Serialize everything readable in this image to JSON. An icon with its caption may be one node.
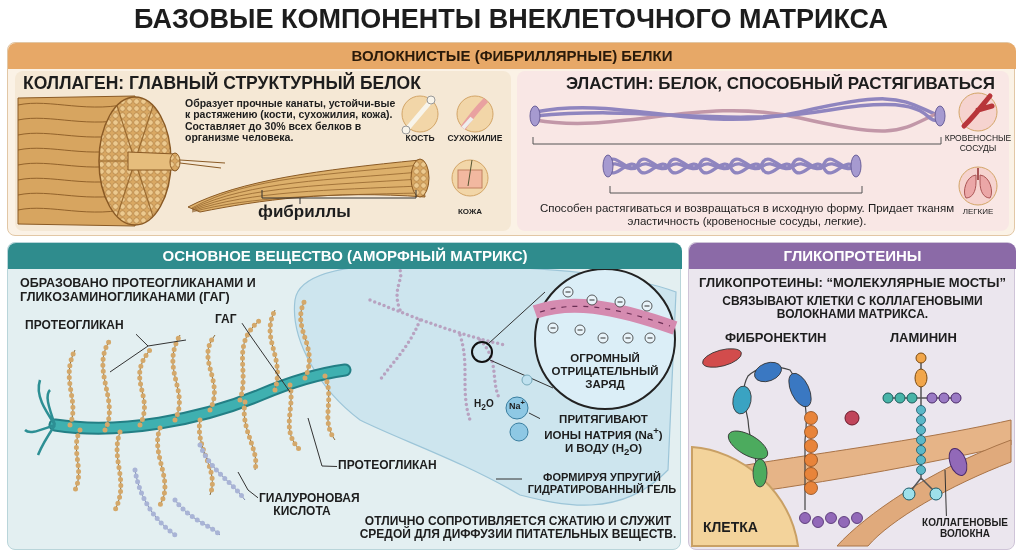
{
  "diagram": {
    "title": "БАЗОВЫЕ КОМПОНЕНТЫ ВНЕКЛЕТОЧНОГО МАТРИКСА",
    "nodes": [
      {
        "text": [
          "ВОЛОКНИСТЫЕ (ФИБРИЛЛЯРНЫЕ) БЕЛКИ"
        ]
      },
      {
        "text": [
          "КОЛЛАГЕН: ГЛАВНЫЙ СТРУКТУРНЫЙ БЕЛОК",
          "Образует прочные канаты, устойчи-вые к растяжению (кости, сухожилия, кожа). Составляет до 30% всех белков в организме человека."
        ],
        "in": 0
      },
      {
        "text": [
          "ЭЛАСТИН: БЕЛОК, СПОСОБНЫЙ РАСТЯГИВАТЬСЯ",
          "Способен растягиваться и возвращаться в исходную форму. Придает тканям эластичность (кровеносные сосуды, легкие)."
        ],
        "in": 0
      },
      {
        "text": [
          "ОСНОВНОЕ ВЕЩЕСТВО (АМОРФНЫЙ МАТРИКС)",
          "ОБРАЗОВАНО ПРОТЕОГЛИКАНАМИ И ГЛИКОЗАМИНОГЛИКАНАМИ (ГАГ)",
          "ОТЛИЧНО СОПРОТИВЛЯЕТСЯ СЖАТИЮ И СЛУЖИТ СРЕДОЙ ДЛЯ ДИФФУЗИИ ПИТАТЕЛЬНЫХ ВЕЩЕСТВ."
        ]
      },
      {
        "text": [
          "ГЛИКОПРОТЕИНЫ",
          "ГЛИКОПРОТЕИНЫ: “МОЛЕКУЛЯРНЫЕ МОСТЫ”",
          "СВЯЗЫВАЮТ КЛЕТКИ С КОЛЛАГЕНОВЫМИ ВОЛОКНАМИ МАТРИКСА."
        ]
      },
      {
        "text": [
          "ПРОТЕОГЛИКАН"
        ],
        "in": 3
      },
      {
        "text": [
          "ГАГ"
        ],
        "in": 3
      },
      {
        "text": [
          "ПРОТЕОГЛИКАН"
        ],
        "in": 3
      },
      {
        "text": [
          "ГИАЛУРОНОВАЯ КИСЛОТА"
        ],
        "in": 3
      },
      {
        "text": [
          "ПРИТЯГИВАЮТ ИОНЫ НАТРИЯ (Na$^{+}$) И ВОДУ (H$_{2}$O)"
        ],
        "in": 3
      },
      {
        "text": [
          "ФОРМИРУЯ УПРУГИЙ ГИДРАТИРОВАННЫЙ ГЕЛЬ"
        ],
        "in": 3
      },
      {
        "text": [
          "КОЛЛАГЕНОВЫЕ ВОЛОКНА"
        ],
        "in": 4
      }
    ],
    "edges": [
      {
        "from": 5,
        "to": null,
        "arrow": "none"
      },
      {
        "from": 6,
        "to": null,
        "arrow": "none"
      },
      {
        "from": 7,
        "to": null,
        "arrow": "none"
      },
      {
        "from": 8,
        "to": null,
        "arrow": "none"
      },
      {
        "from": 9,
        "to": null,
        "arrow": "none"
      },
      {
        "from": 10,
        "to": null,
        "arrow": "none"
      },
      {
        "from": 11,
        "to": null,
        "arrow": "none"
      }
    ],
    "labels": [
      "КОСТЬ",
      "СУХОЖИЛИЕ",
      "фибриллы",
      "КОЖА",
      "КРОВЕНОСНЫЕ СОСУДЫ",
      "ЛЕГКИЕ",
      "ОГРОМНЫЙ ОТРИЦАТЕЛЬНЫЙ ЗАРЯД",
      "H$_{2}$O",
      "Na$^{+}$",
      "ФИБРОНЕКТИН",
      "ЛАМИНИН",
      "КЛЕТКА"
    ]
  }
}
